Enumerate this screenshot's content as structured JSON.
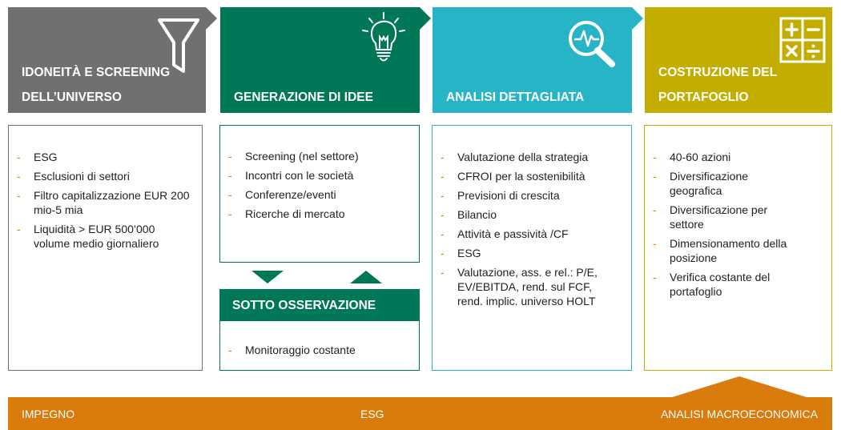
{
  "colors": {
    "grey": "#707070",
    "green": "#007857",
    "teal": "#28b4c7",
    "olive": "#c2ad00",
    "orange": "#d97c0d",
    "dash": "#e07c00"
  },
  "columns": [
    {
      "title": "IDONEITÀ E SCREENING DELL’UNIVERSO",
      "icon": "filter-icon",
      "items": [
        "ESG",
        "Esclusioni di settori",
        "Filtro capitalizzazione EUR 200 mio-5 mia",
        "Liquidità > EUR 500’000 volume medio giornaliero"
      ]
    },
    {
      "title": "GENERAZIONE DI IDEE",
      "icon": "lightbulb-icon",
      "items": [
        "Screening (nel settore)",
        "Incontri con le società",
        "Conferenze/eventi",
        "Ricerche di mercato"
      ]
    },
    {
      "title": "ANALISI DETTAGLIATA",
      "icon": "magnifier-pulse-icon",
      "items": [
        "Valutazione della strategia",
        "CFROI per la sostenibilità",
        "Previsioni di crescita",
        "Bilancio",
        "Attività e passività /CF",
        "ESG",
        "Valutazione, ass. e rel.: P/E, EV/EBITDA, rend. sul FCF, rend. implic. universo HOLT"
      ]
    },
    {
      "title": "COSTRUZIONE DEL PORTAFOGLIO",
      "icon": "calculator-icon",
      "items": [
        "40-60 azioni",
        "Diversificazione geografica",
        "Diversificazione per settore",
        "Dimensionamento della posizione",
        "Verifica costante del portafoglio"
      ]
    }
  ],
  "watch": {
    "title": "SOTTO OSSERVAZIONE",
    "items": [
      "Monitoraggio costante"
    ]
  },
  "bottom_bar": {
    "left": "IMPEGNO",
    "center": "ESG",
    "right": "ANALISI MACROECONOMICA"
  },
  "dash": "-"
}
